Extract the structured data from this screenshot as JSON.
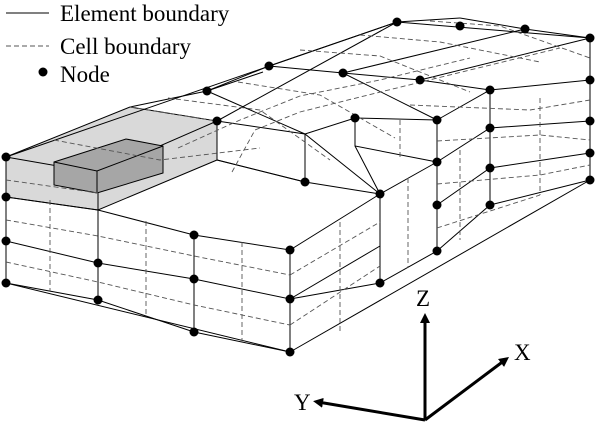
{
  "legend": {
    "element_boundary": "Element boundary",
    "cell_boundary": "Cell boundary",
    "node": "Node"
  },
  "axes": {
    "z": "Z",
    "x": "X",
    "y": "Y"
  },
  "colors": {
    "light_block": "#d9d9d9",
    "dark_block": "#a6a6a6",
    "line": "#000000",
    "dashed": "#555555"
  }
}
